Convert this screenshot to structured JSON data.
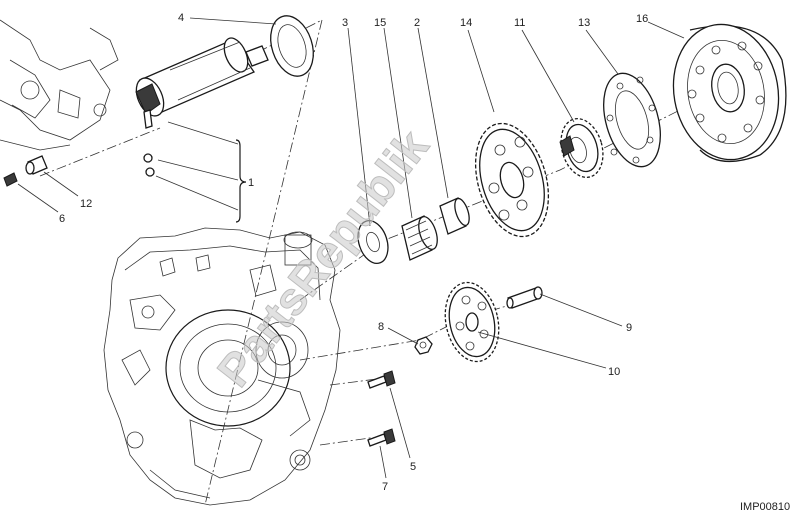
{
  "diagram": {
    "drawing_code": "IMP00810",
    "watermark": "PartsRepublik",
    "callouts": [
      {
        "id": "c1",
        "label": "1"
      },
      {
        "id": "c2",
        "label": "2"
      },
      {
        "id": "c3",
        "label": "3"
      },
      {
        "id": "c4",
        "label": "4"
      },
      {
        "id": "c5",
        "label": "5"
      },
      {
        "id": "c6",
        "label": "6"
      },
      {
        "id": "c7",
        "label": "7"
      },
      {
        "id": "c8",
        "label": "8"
      },
      {
        "id": "c9",
        "label": "9"
      },
      {
        "id": "c10",
        "label": "10"
      },
      {
        "id": "c11",
        "label": "11"
      },
      {
        "id": "c12",
        "label": "12"
      },
      {
        "id": "c13",
        "label": "13"
      },
      {
        "id": "c14",
        "label": "14"
      },
      {
        "id": "c15",
        "label": "15"
      },
      {
        "id": "c16",
        "label": "16"
      }
    ]
  }
}
